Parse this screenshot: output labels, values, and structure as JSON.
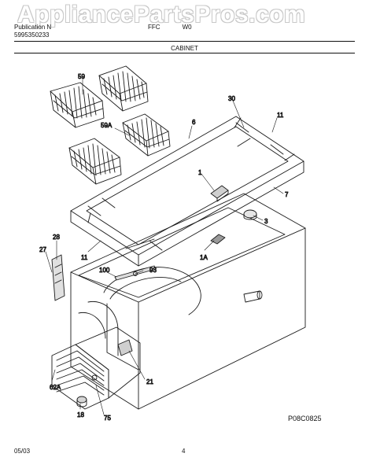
{
  "watermark": "AppliancePartsPros.com",
  "header": {
    "publication_label": "Publication N",
    "publication_number": "5995350233",
    "model": "FFC",
    "model_suffix": "W0",
    "section": "CABINET"
  },
  "callouts": [
    "59",
    "30",
    "6",
    "11",
    "59A",
    "1",
    "7",
    "3",
    "28",
    "27",
    "11",
    "1A",
    "100",
    "93",
    "21",
    "62A",
    "18",
    "75"
  ],
  "diagram_code": "P08C0825",
  "footer": {
    "date": "05/03",
    "page": "4"
  }
}
